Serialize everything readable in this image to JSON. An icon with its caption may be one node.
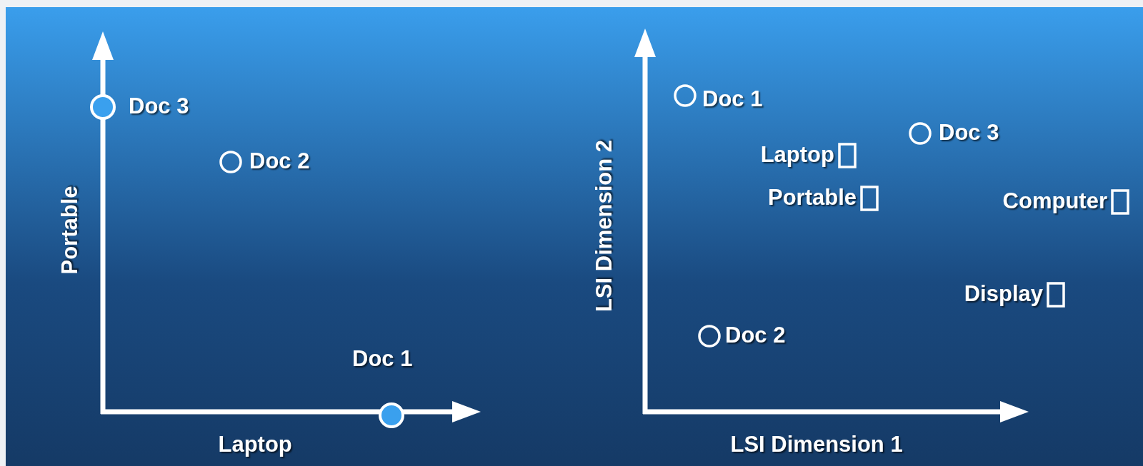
{
  "diagram": {
    "nodes": [
      {
        "text": [],
        "shape": "dot",
        "beside": [
          "Doc 3"
        ]
      },
      {
        "text": [],
        "shape": "circle",
        "beside": [
          "Doc 2"
        ]
      },
      {
        "text": [],
        "shape": "dot",
        "beside": [
          "Doc 1"
        ]
      },
      {
        "text": [],
        "shape": "circle",
        "beside": [
          "Doc 1"
        ]
      },
      {
        "text": [],
        "shape": "circle",
        "beside": [
          "Doc 3"
        ]
      },
      {
        "text": [],
        "shape": "box",
        "beside": [
          "Laptop"
        ]
      },
      {
        "text": [],
        "shape": "box",
        "beside": [
          "Portable"
        ]
      },
      {
        "text": [],
        "shape": "box",
        "beside": [
          "Computer"
        ]
      },
      {
        "text": [],
        "shape": "box",
        "beside": [
          "Display"
        ]
      },
      {
        "text": [],
        "shape": "circle",
        "beside": [
          "Doc 2"
        ]
      }
    ],
    "labels": [
      "Portable",
      "Laptop",
      "LSI Dimension 2",
      "LSI Dimension 1"
    ]
  }
}
